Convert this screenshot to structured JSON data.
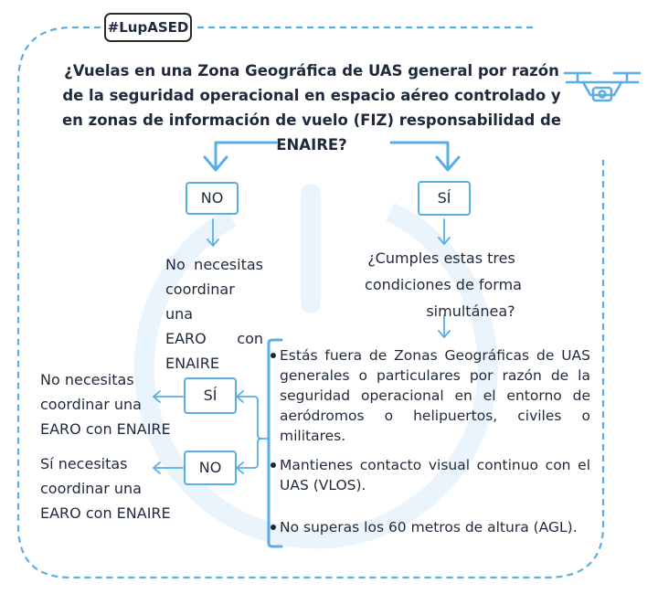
{
  "tag": "#LupASED",
  "question": "¿Vuelas en una Zona Geográfica de UAS general por razón de la seguridad operacional en espacio aéreo controlado y en zonas de información de vuelo (FIZ) responsabilidad de ENAIRE?",
  "branch_no": {
    "label": "NO",
    "result_lines": [
      "No necesitas",
      "coordinar una",
      "EARO con",
      "ENAIRE"
    ]
  },
  "branch_si": {
    "label": "SÍ",
    "question_lines": [
      "¿Cumples estas tres",
      "condiciones de forma",
      "simultánea?"
    ]
  },
  "conditions": [
    "Estás fuera de Zonas Geográficas de UAS generales o particulares por razón de la seguridad operacional en el entorno de aeródromos o helipuertos, civiles o militares.",
    "Mantienes contacto visual continuo con el UAS (VLOS).",
    "No superas los 60 metros de altura (AGL)."
  ],
  "answer_si": {
    "label": "SÍ",
    "result_lines": [
      "No necesitas",
      "coordinar una",
      "EARO con ENAIRE"
    ]
  },
  "answer_no": {
    "label": "NO",
    "result_lines": [
      "Sí necesitas",
      "coordinar una",
      "EARO con ENAIRE"
    ]
  },
  "colors": {
    "accent": "#59aee6",
    "text": "#1e2a3c",
    "watermark": "#e9f3fb"
  },
  "icons": {
    "drone": "drone-icon",
    "watermark": "power-watermark"
  }
}
